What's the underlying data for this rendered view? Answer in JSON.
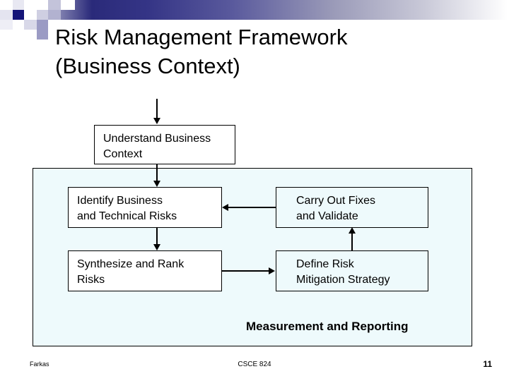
{
  "slide": {
    "title_line1": "Risk Management Framework",
    "title_line2": "(Business Context)",
    "measurement_label": "Measurement and Reporting"
  },
  "diagram": {
    "boxes": [
      {
        "id": "understand",
        "line1": "Understand Business",
        "line2": "Context",
        "fill": "#ffffff"
      },
      {
        "id": "identify",
        "line1": "Identify Business",
        "line2": "and Technical Risks",
        "fill": "#ffffff"
      },
      {
        "id": "synthesize",
        "line1": "Synthesize and Rank",
        "line2": "Risks",
        "fill": "#ffffff"
      },
      {
        "id": "carry",
        "line1": "Carry Out Fixes",
        "line2": "and Validate",
        "fill": "#eefafc"
      },
      {
        "id": "define",
        "line1": "Define Risk",
        "line2": "Mitigation Strategy",
        "fill": "#eefafc"
      }
    ],
    "panel_fill": "#eefafc",
    "border_color": "#000000"
  },
  "footer": {
    "author": "Farkas",
    "course": "CSCE 824",
    "page_number": "11"
  },
  "theme": {
    "band_dark": "#2a2a7a",
    "band_mid": "#5a5a9d",
    "band_light": "#c9c9d8"
  }
}
